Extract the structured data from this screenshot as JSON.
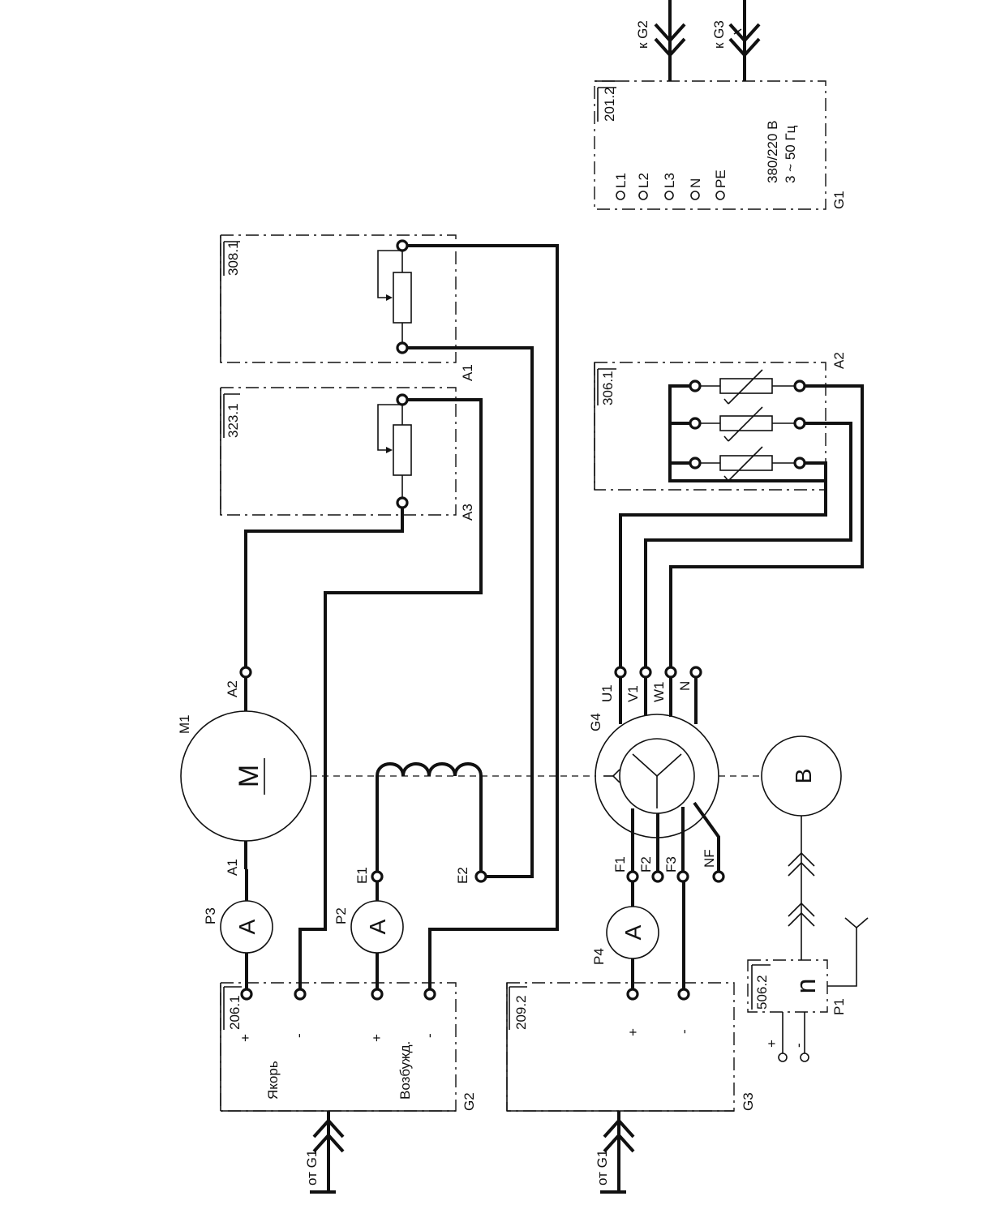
{
  "supply_G1": {
    "code": "201.2",
    "terminals": [
      "L1",
      "L2",
      "L3",
      "N",
      "PE"
    ],
    "voltage": "380/220 В",
    "frequency": "3 ~ 50 Гц",
    "block_label": "G1",
    "link_g2": "к G2",
    "link_g3": "к G3"
  },
  "rheostat_A1": {
    "code": "308.1",
    "label": "A1"
  },
  "rheostat_A3": {
    "code": "323.1",
    "label": "A3"
  },
  "resistor_bank_A2": {
    "code": "306.1",
    "label": "A2"
  },
  "motor_M1": {
    "label": "M1",
    "symbol": "M",
    "terminal_a1": "A1",
    "terminal_a2": "A2"
  },
  "field_coil": {
    "terminal_e1": "E1",
    "terminal_e2": "E2"
  },
  "ammeters": [
    {
      "label": "P3",
      "symbol": "A"
    },
    {
      "label": "P2",
      "symbol": "A"
    },
    {
      "label": "P4",
      "symbol": "A"
    }
  ],
  "generator_G4": {
    "label": "G4",
    "stator_terminals": [
      "U1",
      "V1",
      "W1",
      "N"
    ],
    "rotor_terminals": [
      "F1",
      "F2",
      "F3",
      "NF"
    ]
  },
  "encoder_B": {
    "symbol": "B"
  },
  "supply_G2": {
    "code": "206.1",
    "block_label": "G2",
    "armature": "Якорь",
    "excitation": "Возбужд.",
    "plus": "+",
    "minus": "-",
    "source": "от G1"
  },
  "supply_G3": {
    "code": "209.2",
    "block_label": "G3",
    "plus": "+",
    "minus": "-",
    "source": "от G1"
  },
  "speed_meter_P1": {
    "code": "506.2",
    "symbol": "n",
    "label": "P1",
    "plus": "+",
    "minus": "-"
  }
}
